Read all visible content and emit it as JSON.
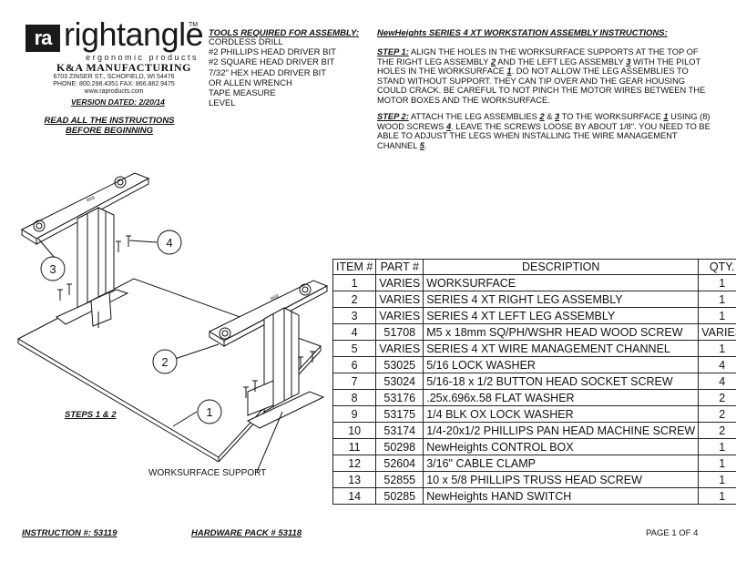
{
  "header": {
    "logo_mark": "ra",
    "logo_word": "rightangle",
    "logo_tm": "TM",
    "logo_tagline": "ergonomic products",
    "company": "K&A MANUFACTURING",
    "address_line1": "6703 ZINSER ST., SCHOFIELD, WI 54476",
    "address_line2": "PHONE: 800.298.4351 FAX: 866.882.9475",
    "website": "www.raproducts.com",
    "version_dated": "VERSION DATED: 2/20/14",
    "read_all_1": "READ ALL THE INSTRUCTIONS",
    "read_all_2": "BEFORE BEGINNING"
  },
  "tools": {
    "title": "TOOLS REQUIRED FOR ASSEMBLY:",
    "items": [
      "CORDLESS DRILL",
      "#2 PHILLIPS HEAD DRIVER BIT",
      "#2 SQUARE HEAD DRIVER BIT",
      "7/32\" HEX HEAD DRIVER BIT",
      "OR ALLEN WRENCH",
      "TAPE MEASURE",
      "LEVEL"
    ]
  },
  "instructions": {
    "title": "NewHeights SERIES 4 XT WORKSTATION ASSEMBLY INSTRUCTIONS:",
    "step1_label": "STEP 1:",
    "step1_a": "ALIGN THE HOLES IN THE WORKSURFACE SUPPORTS AT THE TOP OF THE RIGHT LEG ASSEMBLY",
    "step1_n1": "2",
    "step1_b": "AND THE LEFT LEG ASSEMBLY",
    "step1_n2": "3",
    "step1_c": "WITH THE PILOT HOLES IN THE WORKSURFACE",
    "step1_n3": "1",
    "step1_d": ". DO NOT ALLOW THE LEG ASSEMBLIES TO STAND WITHOUT SUPPORT. THEY CAN TIP OVER AND THE GEAR HOUSING COULD CRACK. BE CAREFUL TO NOT PINCH THE MOTOR WIRES BETWEEN THE MOTOR BOXES AND THE WORKSURFACE.",
    "step2_label": "STEP 2:",
    "step2_a": "ATTACH THE LEG ASSEMBLIES",
    "step2_n1": "2",
    "step2_b": "&",
    "step2_n2": "3",
    "step2_c": "TO THE WORKSURFACE",
    "step2_n3": "1",
    "step2_d": "USING (8) WOOD SCREWS",
    "step2_n4": "4",
    "step2_e": ". LEAVE THE SCREWS LOOSE BY ABOUT 1/8\". YOU NEED TO BE ABLE TO ADJUST THE LEGS WHEN INSTALLING THE WIRE MANAGEMENT CHANNEL",
    "step2_n5": "5",
    "step2_f": "."
  },
  "diagram": {
    "callouts": [
      "1",
      "2",
      "3",
      "4"
    ],
    "steps_label": "STEPS 1 & 2",
    "worksurface_support_label": "WORKSURFACE SUPPORT",
    "leg_label": "R59"
  },
  "table": {
    "headers": [
      "ITEM #",
      "PART #",
      "DESCRIPTION",
      "QTY."
    ],
    "rows": [
      [
        "1",
        "VARIES",
        "WORKSURFACE",
        "1"
      ],
      [
        "2",
        "VARIES",
        "SERIES 4 XT RIGHT LEG ASSEMBLY",
        "1"
      ],
      [
        "3",
        "VARIES",
        "SERIES 4 XT LEFT LEG ASSEMBLY",
        "1"
      ],
      [
        "4",
        "51708",
        "M5 x 18mm SQ/PH/WSHR HEAD WOOD SCREW",
        "VARIES"
      ],
      [
        "5",
        "VARIES",
        "SERIES 4 XT WIRE MANAGEMENT CHANNEL",
        "1"
      ],
      [
        "6",
        "53025",
        "5/16 LOCK WASHER",
        "4"
      ],
      [
        "7",
        "53024",
        "5/16-18 x 1/2 BUTTON HEAD SOCKET SCREW",
        "4"
      ],
      [
        "8",
        "53176",
        ".25x.696x.58 FLAT WASHER",
        "2"
      ],
      [
        "9",
        "53175",
        "1/4 BLK OX LOCK WASHER",
        "2"
      ],
      [
        "10",
        "53174",
        "1/4-20x1/2 PHILLIPS PAN HEAD MACHINE SCREW",
        "2"
      ],
      [
        "11",
        "50298",
        "NewHeights CONTROL BOX",
        "1"
      ],
      [
        "12",
        "52604",
        "3/16\" CABLE CLAMP",
        "1"
      ],
      [
        "13",
        "52855",
        "10 x 5/8 PHILLIPS TRUSS HEAD SCREW",
        "1"
      ],
      [
        "14",
        "50285",
        "NewHeights HAND SWITCH",
        "1"
      ]
    ]
  },
  "footer": {
    "instruction_no": "INSTRUCTION #: 53119",
    "hardware_pack": "HARDWARE PACK # 53118",
    "page": "PAGE 1 OF 4"
  }
}
